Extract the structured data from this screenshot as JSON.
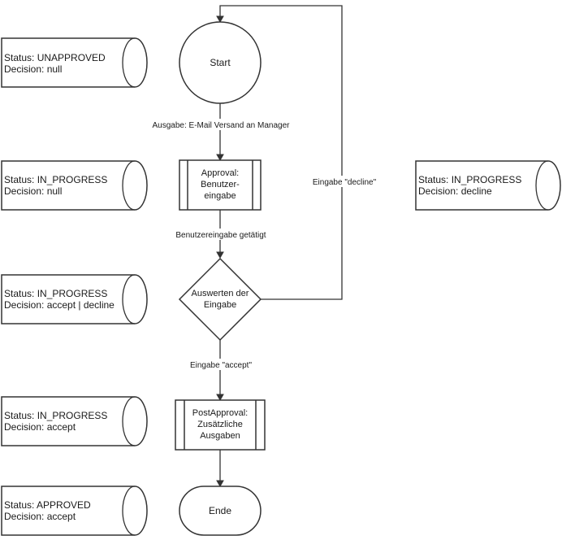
{
  "nodes": {
    "start": "Start",
    "approval": [
      "Approval:",
      "Benutzer-",
      "eingabe"
    ],
    "evaluate": [
      "Auswerten der",
      "Eingabe"
    ],
    "postapproval": [
      "PostApproval:",
      "Zusätzliche",
      "Ausgaben"
    ],
    "end": "Ende"
  },
  "edges": {
    "email": "Ausgabe: E-Mail Versand an Manager",
    "input_done": "Benutzereingabe getätigt",
    "accept": "Eingabe \"accept\"",
    "decline": "Eingabe \"decline\""
  },
  "status_stores": [
    {
      "status": "Status: UNAPPROVED",
      "decision": "Decision: null"
    },
    {
      "status": "Status: IN_PROGRESS",
      "decision": "Decision: null"
    },
    {
      "status": "Status: IN_PROGRESS",
      "decision": "Decision: accept | decline"
    },
    {
      "status": "Status: IN_PROGRESS",
      "decision": "Decision: accept"
    },
    {
      "status": "Status: APPROVED",
      "decision": "Decision: accept"
    },
    {
      "status": "Status: IN_PROGRESS",
      "decision": "Decision: decline"
    }
  ]
}
